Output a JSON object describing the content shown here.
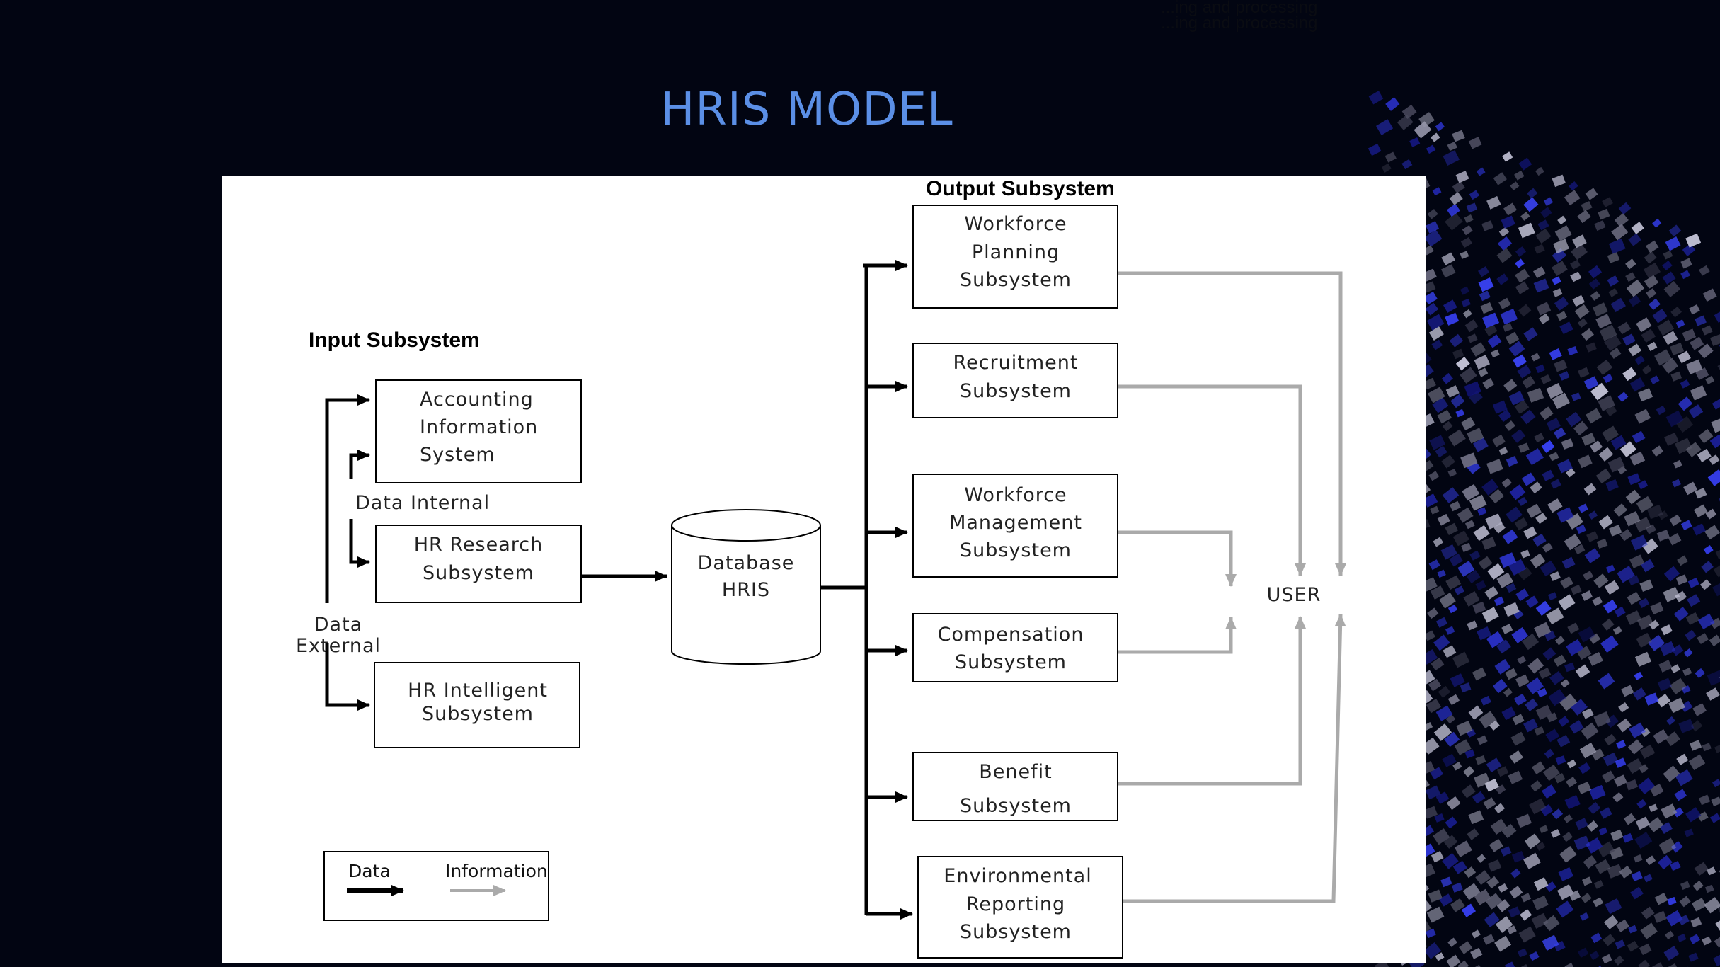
{
  "slide": {
    "title": "HRIS MODEL",
    "top_faint_lines": [
      "...ing and processing",
      "...ing and processing"
    ]
  },
  "diagram": {
    "input_heading": "Input Subsystem",
    "output_heading": "Output Subsystem",
    "input_boxes": [
      {
        "lines": [
          "Accounting",
          "Information",
          "System"
        ]
      },
      {
        "lines": [
          "HR Research",
          "Subsystem"
        ]
      },
      {
        "lines": [
          "HR Intelligent",
          "Subsystem"
        ]
      }
    ],
    "data_internal": "Data Internal",
    "data_external": [
      "Data",
      "External"
    ],
    "database": [
      "Database",
      "HRIS"
    ],
    "output_boxes": [
      {
        "lines": [
          "Workforce",
          "Planning",
          "Subsystem"
        ]
      },
      {
        "lines": [
          "Recruitment",
          "Subsystem"
        ]
      },
      {
        "lines": [
          "Workforce",
          "Management",
          "Subsystem"
        ]
      },
      {
        "lines": [
          "Compensation",
          "Subsystem"
        ]
      },
      {
        "lines": [
          "Benefit",
          "Subsystem"
        ]
      },
      {
        "lines": [
          "Environmental",
          "Reporting",
          "Subsystem"
        ]
      }
    ],
    "user": "USER",
    "legend": {
      "data": "Data",
      "information": "Information"
    },
    "colors": {
      "data_arrow": "#000000",
      "information_arrow": "#aaaaaa",
      "title": "#5b8fe6"
    }
  }
}
